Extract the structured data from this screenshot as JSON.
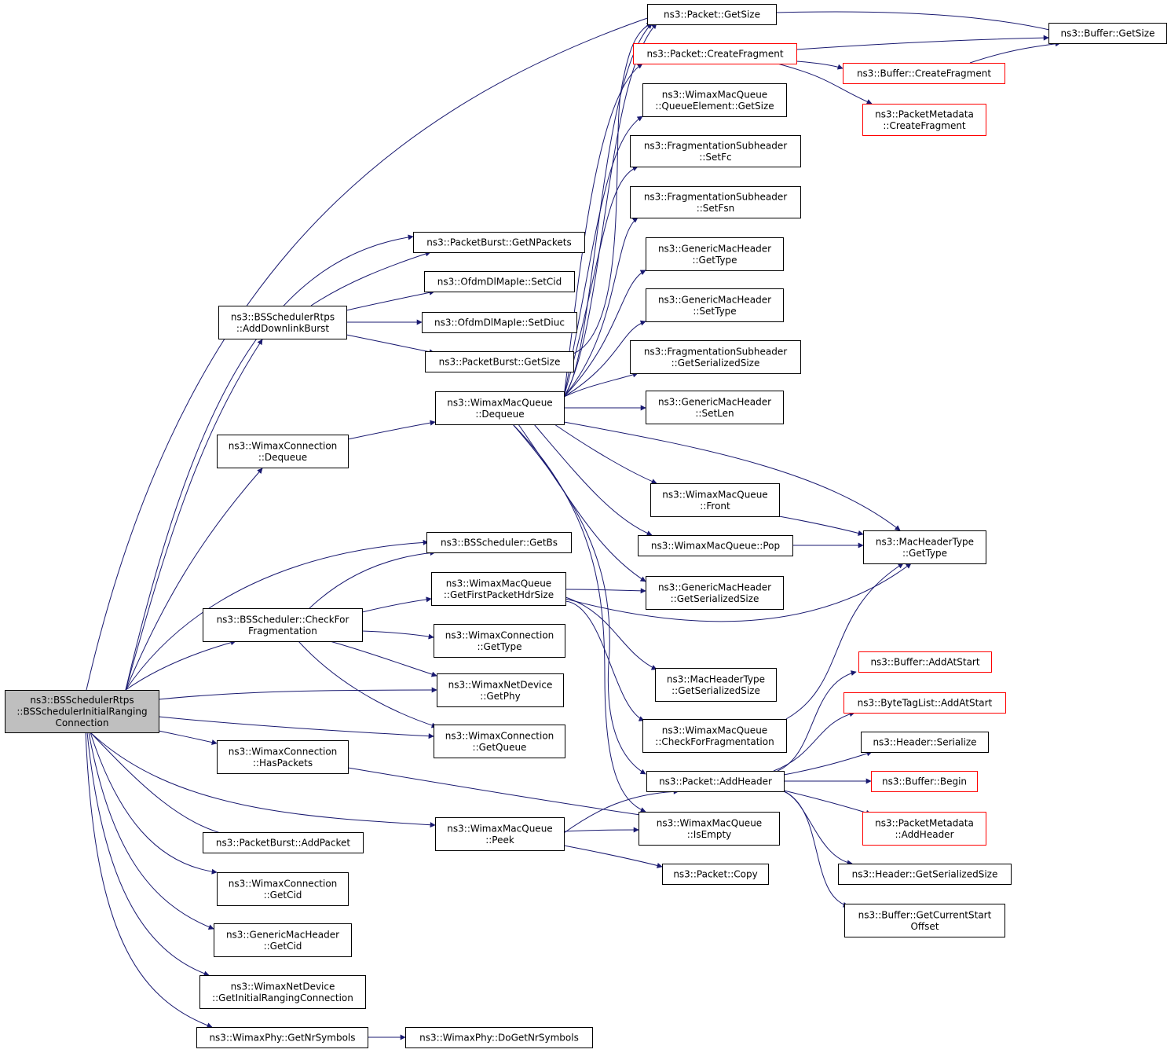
{
  "colors": {
    "edge": "#191970",
    "box_border": "#000000",
    "truncated_border": "#ff0000",
    "root_fill": "#bfbfbf"
  },
  "nodes": {
    "root": {
      "lines": [
        "ns3::BSSchedulerRtps",
        "::BSSchedulerInitialRanging",
        "Connection"
      ]
    },
    "packetGetSize": {
      "lines": [
        "ns3::Packet::GetSize"
      ]
    },
    "bufferGetSize": {
      "lines": [
        "ns3::Buffer::GetSize"
      ]
    },
    "packetCreateFragment": {
      "lines": [
        "ns3::Packet::CreateFragment"
      ]
    },
    "bufferCreateFragment": {
      "lines": [
        "ns3::Buffer::CreateFragment"
      ]
    },
    "pmCreateFragment": {
      "lines": [
        "ns3::PacketMetadata",
        "::CreateFragment"
      ]
    },
    "qeGetSize": {
      "lines": [
        "ns3::WimaxMacQueue",
        "::QueueElement::GetSize"
      ]
    },
    "fsSetFc": {
      "lines": [
        "ns3::FragmentationSubheader",
        "::SetFc"
      ]
    },
    "fsSetFsn": {
      "lines": [
        "ns3::FragmentationSubheader",
        "::SetFsn"
      ]
    },
    "gmhGetType": {
      "lines": [
        "ns3::GenericMacHeader",
        "::GetType"
      ]
    },
    "gmhSetType": {
      "lines": [
        "ns3::GenericMacHeader",
        "::SetType"
      ]
    },
    "fsGetSerializedSize": {
      "lines": [
        "ns3::FragmentationSubheader",
        "::GetSerializedSize"
      ]
    },
    "gmhSetLen": {
      "lines": [
        "ns3::GenericMacHeader",
        "::SetLen"
      ]
    },
    "pbGetNPackets": {
      "lines": [
        "ns3::PacketBurst::GetNPackets"
      ]
    },
    "ofdmSetCid": {
      "lines": [
        "ns3::OfdmDlMapIe::SetCid"
      ]
    },
    "ofdmSetDiuc": {
      "lines": [
        "ns3::OfdmDlMapIe::SetDiuc"
      ]
    },
    "pbGetSize": {
      "lines": [
        "ns3::PacketBurst::GetSize"
      ]
    },
    "addDownlinkBurst": {
      "lines": [
        "ns3::BSSchedulerRtps",
        "::AddDownlinkBurst"
      ]
    },
    "wmqDequeue": {
      "lines": [
        "ns3::WimaxMacQueue",
        "::Dequeue"
      ]
    },
    "wcDequeue": {
      "lines": [
        "ns3::WimaxConnection",
        "::Dequeue"
      ]
    },
    "wmqFront": {
      "lines": [
        "ns3::WimaxMacQueue",
        "::Front"
      ]
    },
    "wmqPop": {
      "lines": [
        "ns3::WimaxMacQueue::Pop"
      ]
    },
    "mhtGetType": {
      "lines": [
        "ns3::MacHeaderType",
        "::GetType"
      ]
    },
    "bsGetBs": {
      "lines": [
        "ns3::BSScheduler::GetBs"
      ]
    },
    "wmqGetFirstPacketHdrSize": {
      "lines": [
        "ns3::WimaxMacQueue",
        "::GetFirstPacketHdrSize"
      ]
    },
    "gmhGetSerializedSize": {
      "lines": [
        "ns3::GenericMacHeader",
        "::GetSerializedSize"
      ]
    },
    "bsCheckForFragmentation": {
      "lines": [
        "ns3::BSScheduler::CheckFor",
        "Fragmentation"
      ]
    },
    "wcGetType": {
      "lines": [
        "ns3::WimaxConnection",
        "::GetType"
      ]
    },
    "wndGetPhy": {
      "lines": [
        "ns3::WimaxNetDevice",
        "::GetPhy"
      ]
    },
    "mhtGetSerializedSize": {
      "lines": [
        "ns3::MacHeaderType",
        "::GetSerializedSize"
      ]
    },
    "wmqCheckForFragmentation": {
      "lines": [
        "ns3::WimaxMacQueue",
        "::CheckForFragmentation"
      ]
    },
    "wcGetQueue": {
      "lines": [
        "ns3::WimaxConnection",
        "::GetQueue"
      ]
    },
    "wcHasPackets": {
      "lines": [
        "ns3::WimaxConnection",
        "::HasPackets"
      ]
    },
    "bufferAddAtStart": {
      "lines": [
        "ns3::Buffer::AddAtStart"
      ]
    },
    "btlAddAtStart": {
      "lines": [
        "ns3::ByteTagList::AddAtStart"
      ]
    },
    "headerSerialize": {
      "lines": [
        "ns3::Header::Serialize"
      ]
    },
    "packetAddHeader": {
      "lines": [
        "ns3::Packet::AddHeader"
      ]
    },
    "bufferBegin": {
      "lines": [
        "ns3::Buffer::Begin"
      ]
    },
    "pmAddHeader": {
      "lines": [
        "ns3::PacketMetadata",
        "::AddHeader"
      ]
    },
    "wmqPeek": {
      "lines": [
        "ns3::WimaxMacQueue",
        "::Peek"
      ]
    },
    "wmqIsEmpty": {
      "lines": [
        "ns3::WimaxMacQueue",
        "::IsEmpty"
      ]
    },
    "pbAddPacket": {
      "lines": [
        "ns3::PacketBurst::AddPacket"
      ]
    },
    "packetCopy": {
      "lines": [
        "ns3::Packet::Copy"
      ]
    },
    "headerGetSerializedSize": {
      "lines": [
        "ns3::Header::GetSerializedSize"
      ]
    },
    "wcGetCid": {
      "lines": [
        "ns3::WimaxConnection",
        "::GetCid"
      ]
    },
    "bufferGetCurrentStartOffset": {
      "lines": [
        "ns3::Buffer::GetCurrentStart",
        "Offset"
      ]
    },
    "gmhGetCid": {
      "lines": [
        "ns3::GenericMacHeader",
        "::GetCid"
      ]
    },
    "wndGetInitialRangingConnection": {
      "lines": [
        "ns3::WimaxNetDevice",
        "::GetInitialRangingConnection"
      ]
    },
    "wpGetNrSymbols": {
      "lines": [
        "ns3::WimaxPhy::GetNrSymbols"
      ]
    },
    "wpDoGetNrSymbols": {
      "lines": [
        "ns3::WimaxPhy::DoGetNrSymbols"
      ]
    }
  }
}
